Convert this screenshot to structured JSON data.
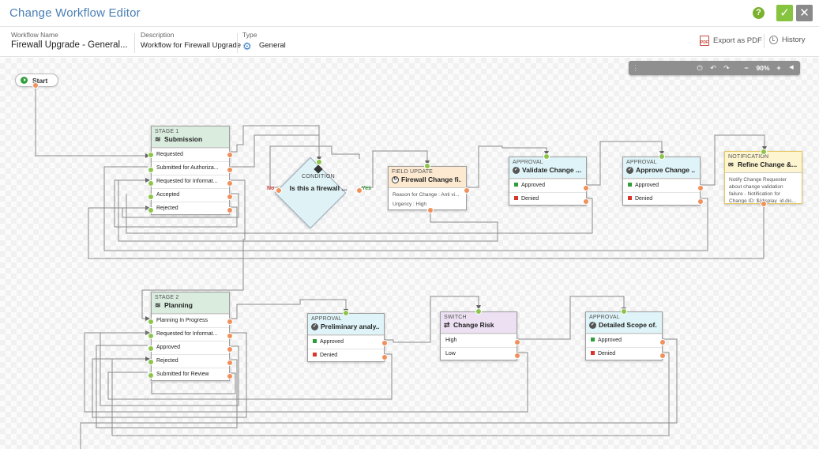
{
  "header": {
    "title": "Change Workflow Editor",
    "help_label": "?",
    "confirm_label": "✓",
    "close_label": "✕"
  },
  "info": {
    "name_label": "Workflow Name",
    "name_value": "Firewall Upgrade - General...",
    "desc_label": "Description",
    "desc_value": "Workflow for Firewall Upgrade",
    "type_label": "Type",
    "type_value": "General",
    "export_label": "Export as PDF",
    "pdf_icon_text": "PDF",
    "history_label": "History"
  },
  "toolbar": {
    "zoom": "90%",
    "grip": "⋮",
    "power": "⏻",
    "undo": "↶",
    "redo": "↷",
    "zoom_out": "−",
    "zoom_in": "+",
    "toggle": "◀"
  },
  "start": {
    "label": "Start"
  },
  "stage1": {
    "category": "Stage 1",
    "title": "Submission",
    "rows": [
      "Requested",
      "Submitted for Authoriza...",
      "Requested for Informat...",
      "Accepted",
      "Rejected"
    ]
  },
  "condition": {
    "category": "Condition",
    "title": "Is this a firewall ...",
    "no_label": "No",
    "yes_label": "Yes"
  },
  "field_update": {
    "category": "Field Update",
    "title": "Firewall Change fi...",
    "line1": "Reason for Change : Anti vi...",
    "line2": "Urgency : High"
  },
  "approval1": {
    "category": "Approval",
    "title": "Validate Change ...",
    "approved": "Approved",
    "denied": "Denied"
  },
  "approval2": {
    "category": "Approval",
    "title": "Approve Change ...",
    "approved": "Approved",
    "denied": "Denied"
  },
  "notification": {
    "category": "Notification",
    "title": "Refine Change &...",
    "body": "Notify Change Requester about change validation failure - Notification for Change ID: ${display_id.dis..."
  },
  "stage2": {
    "category": "Stage 2",
    "title": "Planning",
    "rows": [
      "Planning In Progress",
      "Requested for Informat...",
      "Approved",
      "Rejected",
      "Submitted for Review"
    ]
  },
  "approval3": {
    "category": "Approval",
    "title": "Preliminary analy...",
    "approved": "Approved",
    "denied": "Denied"
  },
  "switch": {
    "category": "Switch",
    "title": "Change Risk",
    "high": "High",
    "low": "Low"
  },
  "approval4": {
    "category": "Approval",
    "title": "Detailed Scope of...",
    "approved": "Approved",
    "denied": "Denied"
  },
  "colors": {
    "accent": "#4a7fb5",
    "port_in": "#8cc54a",
    "port_out": "#f1905a",
    "approved": "#2e9e3a",
    "denied": "#d9352b",
    "stage_head": "#d9ecde",
    "field_head": "#fce9d0",
    "approval_head": "#dff4f8",
    "switch_head": "#ece0f2",
    "notify_head": "#fdf5cf"
  }
}
